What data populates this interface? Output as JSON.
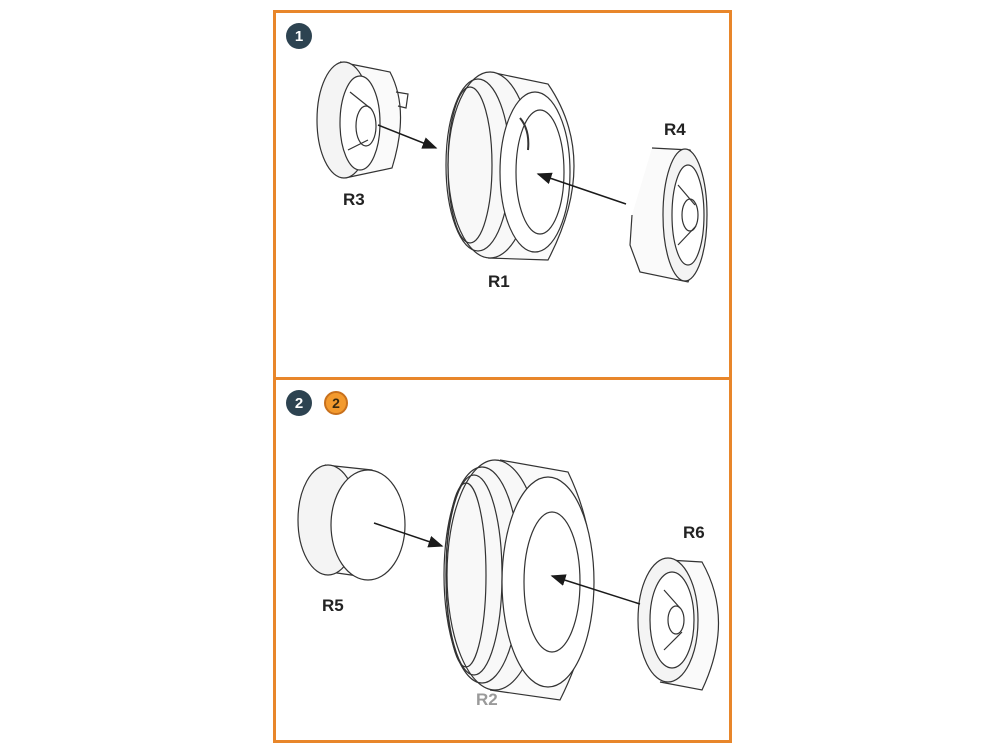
{
  "steps": [
    {
      "number": "1",
      "parts": {
        "hub_left": "R3",
        "tire": "R1",
        "hub_right": "R4"
      }
    },
    {
      "number": "2",
      "variant_badge": "2",
      "parts": {
        "hub_left": "R5",
        "tire": "R2",
        "hub_right": "R6"
      }
    }
  ],
  "colors": {
    "frame": "#e8862a",
    "badge": "#2d4351",
    "variant_badge": "#f39a2e"
  }
}
